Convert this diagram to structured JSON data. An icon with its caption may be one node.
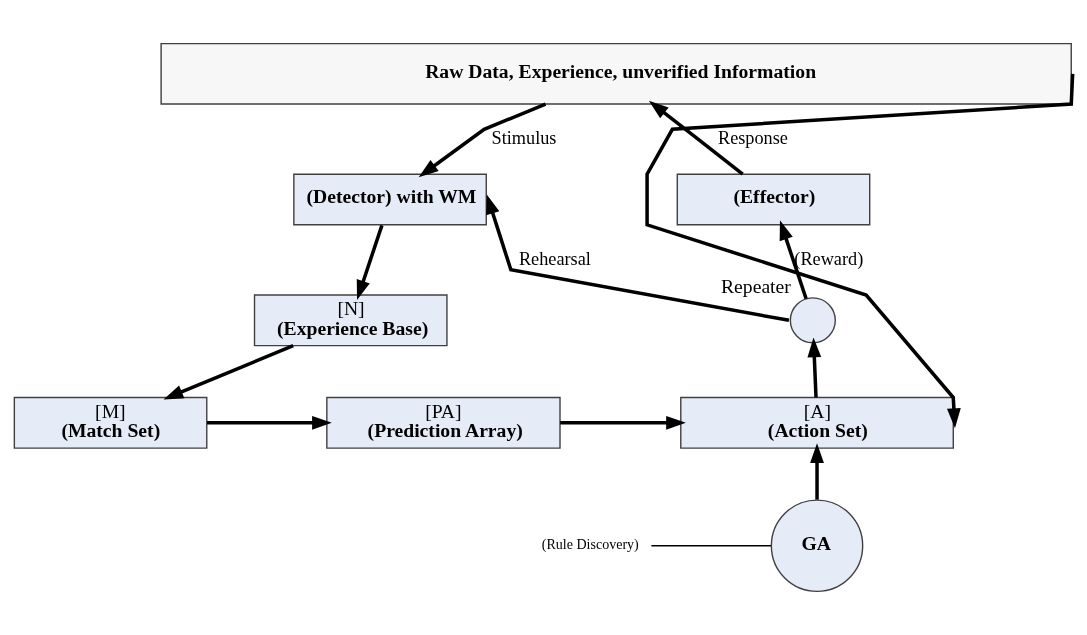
{
  "diagram": {
    "nodes": [
      {
        "text": [
          "Raw Data, Experience, unverified Information"
        ]
      },
      {
        "text": [
          "(Detector) with WM"
        ]
      },
      {
        "text": [
          "[N]",
          "(Experience Base)"
        ]
      },
      {
        "text": [
          "[M]",
          "(Match Set)"
        ]
      },
      {
        "text": [
          "[PA]",
          "(Prediction Array)"
        ]
      },
      {
        "text": [
          "[A]",
          "(Action Set)"
        ]
      },
      {
        "text": [],
        "shape": "circle",
        "beside": [
          "Repeater"
        ]
      },
      {
        "text": [
          "(Effector)"
        ]
      },
      {
        "text": [
          "GA"
        ]
      },
      {
        "text": [
          "(Rule Discovery)"
        ]
      }
    ],
    "edges": [
      {
        "from": 0,
        "to": 1,
        "arrow": "to",
        "label": "Stimulus"
      },
      {
        "from": 1,
        "to": 2,
        "arrow": "to"
      },
      {
        "from": 2,
        "to": 3,
        "arrow": "to"
      },
      {
        "from": 3,
        "to": 4,
        "arrow": "to"
      },
      {
        "from": 4,
        "to": 5,
        "arrow": "to"
      },
      {
        "from": 5,
        "to": 6,
        "arrow": "to"
      },
      {
        "from": 6,
        "to": 7,
        "arrow": "to"
      },
      {
        "from": 7,
        "to": 0,
        "arrow": "to",
        "label": "Response"
      },
      {
        "from": 6,
        "to": 1,
        "arrow": "to",
        "label": "Rehearsal"
      },
      {
        "from": 0,
        "to": 5,
        "arrow": "to",
        "label": "(Reward)"
      },
      {
        "from": 8,
        "to": 5,
        "arrow": "to"
      },
      {
        "from": 9,
        "to": 8,
        "arrow": "none"
      }
    ]
  }
}
